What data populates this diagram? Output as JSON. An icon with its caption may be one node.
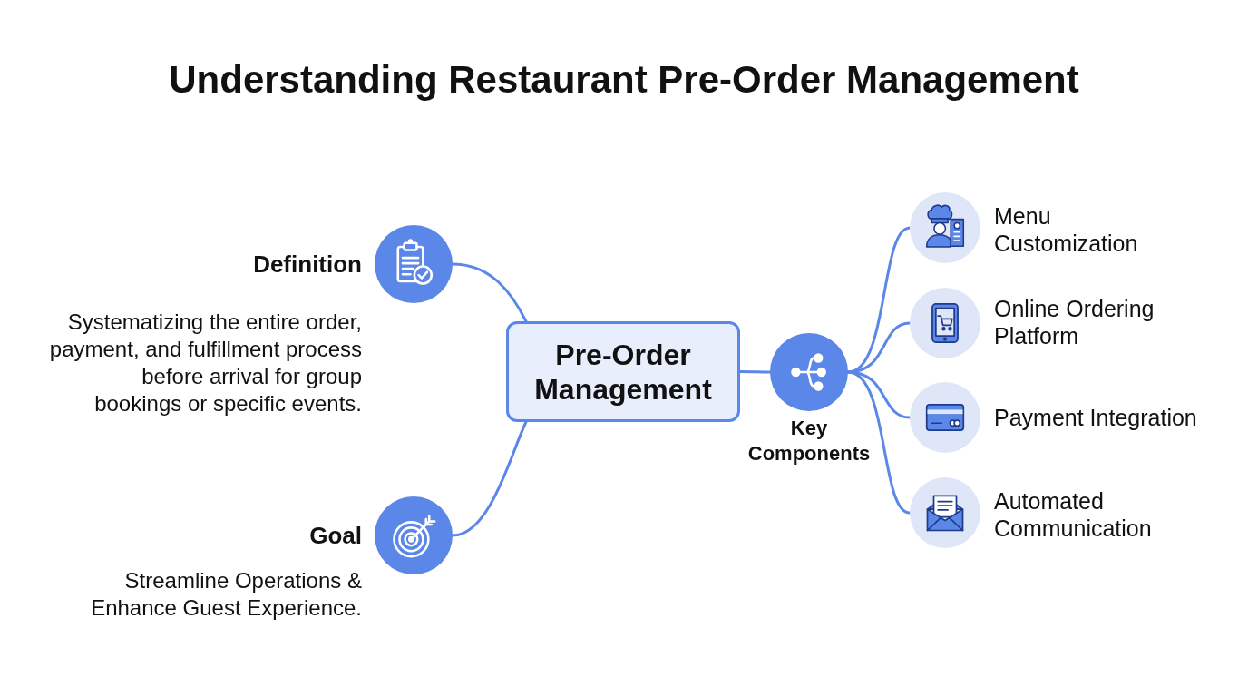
{
  "diagram": {
    "title": "Understanding Restaurant Pre-Order Management",
    "nodes": [
      {
        "text": [
          "Pre-Order Management"
        ]
      },
      {
        "text": [],
        "shape": "circle",
        "beside": [
          "Definition",
          "Systematizing the entire order, payment, and fulfillment process before arrival for group bookings or specific events."
        ]
      },
      {
        "text": [],
        "shape": "circle",
        "beside": [
          "Goal",
          "Streamline Operations & Enhance Guest Experience."
        ]
      },
      {
        "text": [],
        "shape": "circle",
        "beside": [
          "Key Components"
        ]
      },
      {
        "text": [],
        "shape": "circle",
        "beside": [
          "Menu Customization"
        ]
      },
      {
        "text": [],
        "shape": "circle",
        "beside": [
          "Online Ordering Platform"
        ]
      },
      {
        "text": [],
        "shape": "circle",
        "beside": [
          "Payment Integration"
        ]
      },
      {
        "text": [],
        "shape": "circle",
        "beside": [
          "Automated Communication"
        ]
      }
    ],
    "edges": [
      {
        "from": 0,
        "to": 1,
        "arrow": "none"
      },
      {
        "from": 0,
        "to": 2,
        "arrow": "none"
      },
      {
        "from": 0,
        "to": 3,
        "arrow": "none"
      },
      {
        "from": 3,
        "to": 4,
        "arrow": "none"
      },
      {
        "from": 3,
        "to": 5,
        "arrow": "none"
      },
      {
        "from": 3,
        "to": 6,
        "arrow": "none"
      },
      {
        "from": 3,
        "to": 7,
        "arrow": "none"
      }
    ]
  }
}
